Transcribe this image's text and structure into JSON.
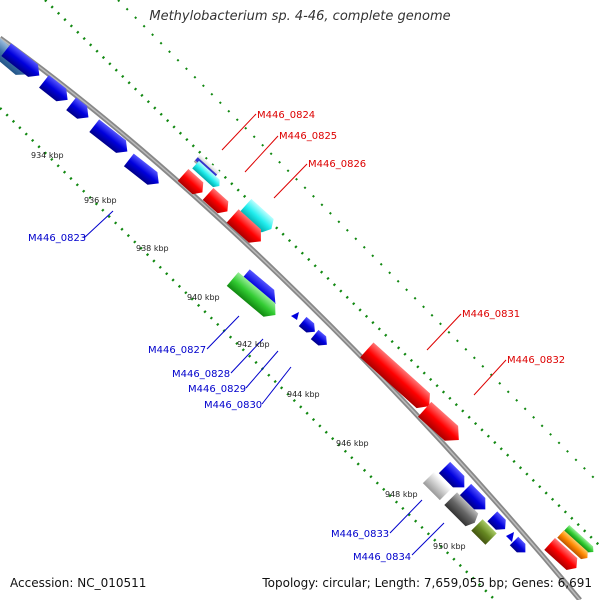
{
  "title": "Methylobacterium sp. 4-46, complete genome",
  "accession": "Accession: NC_010511",
  "summary": "Topology: circular; Length: 7,659,055 bp; Genes: 6,691",
  "colors": {
    "forward_label": "#dd0000",
    "reverse_label": "#0000cc",
    "backbone": "#888888",
    "dots": "#118811"
  },
  "ticks": [
    "934 kbp",
    "936 kbp",
    "938 kbp",
    "940 kbp",
    "942 kbp",
    "944 kbp",
    "946 kbp",
    "948 kbp",
    "950 kbp"
  ],
  "gene_labels": {
    "forward": [
      "M446_0824",
      "M446_0825",
      "M446_0826",
      "M446_0831",
      "M446_0832"
    ],
    "reverse": [
      "M446_0823",
      "M446_0827",
      "M446_0828",
      "M446_0829",
      "M446_0830",
      "M446_0833",
      "M446_0834"
    ]
  }
}
